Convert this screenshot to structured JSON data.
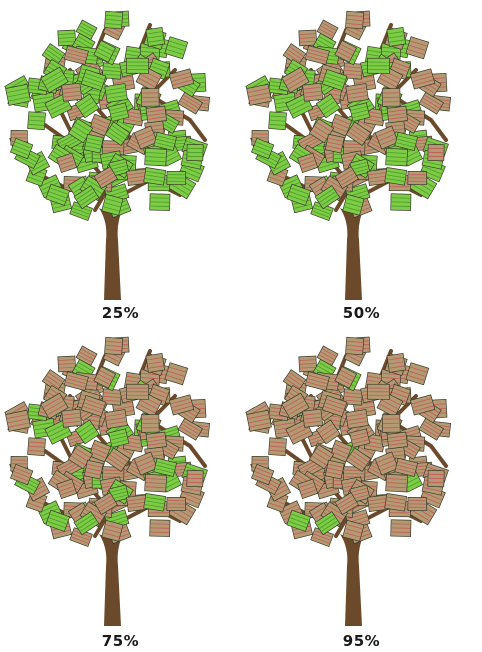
{
  "panels": [
    {
      "label": "25%",
      "fraction": 0.25
    },
    {
      "label": "50%",
      "fraction": 0.5
    },
    {
      "label": "75%",
      "fraction": 0.75
    },
    {
      "label": "95%",
      "fraction": 0.95
    }
  ],
  "colors": {
    "trunk": "#6b4a2b",
    "green_fill": "#7ccc46",
    "green_line": "#4e9a2a",
    "tan_fill": "#b39a72",
    "tan_line": "#c25a5a",
    "outline": "#3a3a2a"
  }
}
